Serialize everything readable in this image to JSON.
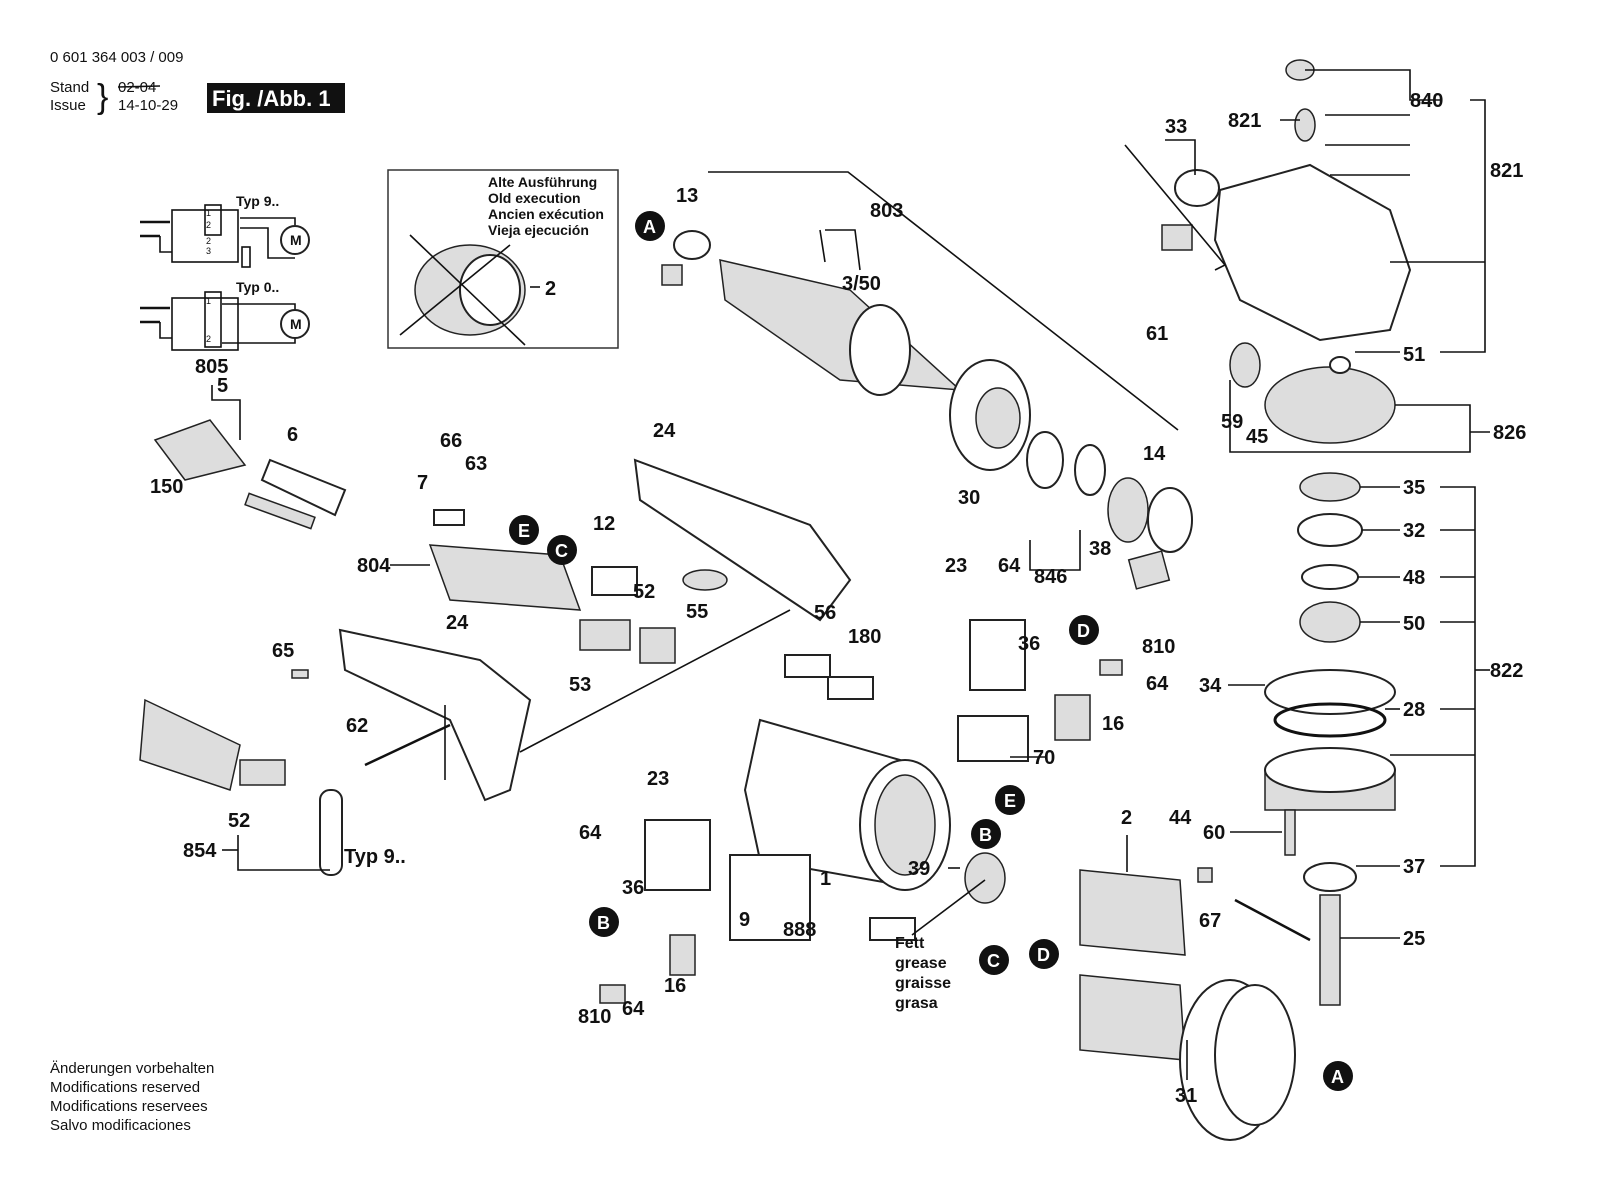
{
  "header": {
    "part_number": "0 601 364 003 / 009",
    "stand_label": "Stand",
    "issue_label": "Issue",
    "old_date": "02-04",
    "issue_date": "14-10-29",
    "figure_label": "Fig. /Abb. 1"
  },
  "wiring": {
    "type9_label": "Typ 9..",
    "type0_label": "Typ 0..",
    "motor_symbol": "M",
    "pins_type9": [
      "1",
      "2",
      "2",
      "3"
    ],
    "pins_type0": [
      "1",
      "2"
    ]
  },
  "old_execution": {
    "lines": [
      "Alte Ausführung",
      "Old execution",
      "Ancien exécution",
      "Vieja ejecución"
    ],
    "part": "2"
  },
  "part_labels": [
    "13",
    "803",
    "3/50",
    "33",
    "821",
    "840",
    "821",
    "61",
    "51",
    "59",
    "45",
    "826",
    "14",
    "30",
    "38",
    "846",
    "35",
    "32",
    "48",
    "50",
    "822",
    "34",
    "28",
    "60",
    "37",
    "25",
    "805",
    "5",
    "6",
    "150",
    "66",
    "63",
    "7",
    "24",
    "12",
    "804",
    "52",
    "55",
    "53",
    "65",
    "24",
    "62",
    "52",
    "854",
    "23",
    "64",
    "810",
    "36",
    "64",
    "16",
    "70",
    "56",
    "180",
    "23",
    "64",
    "36",
    "1",
    "9",
    "888",
    "16",
    "810",
    "64",
    "39",
    "2",
    "44",
    "67",
    "31"
  ],
  "typ_note": "Typ 9..",
  "grease_note": [
    "Fett",
    "grease",
    "graisse",
    "grasa"
  ],
  "connectors": [
    "A",
    "A",
    "E",
    "C",
    "D",
    "E",
    "B",
    "B",
    "C",
    "D"
  ],
  "footer": [
    "Änderungen vorbehalten",
    "Modifications reserved",
    "Modifications reservees",
    "Salvo modificaciones"
  ]
}
